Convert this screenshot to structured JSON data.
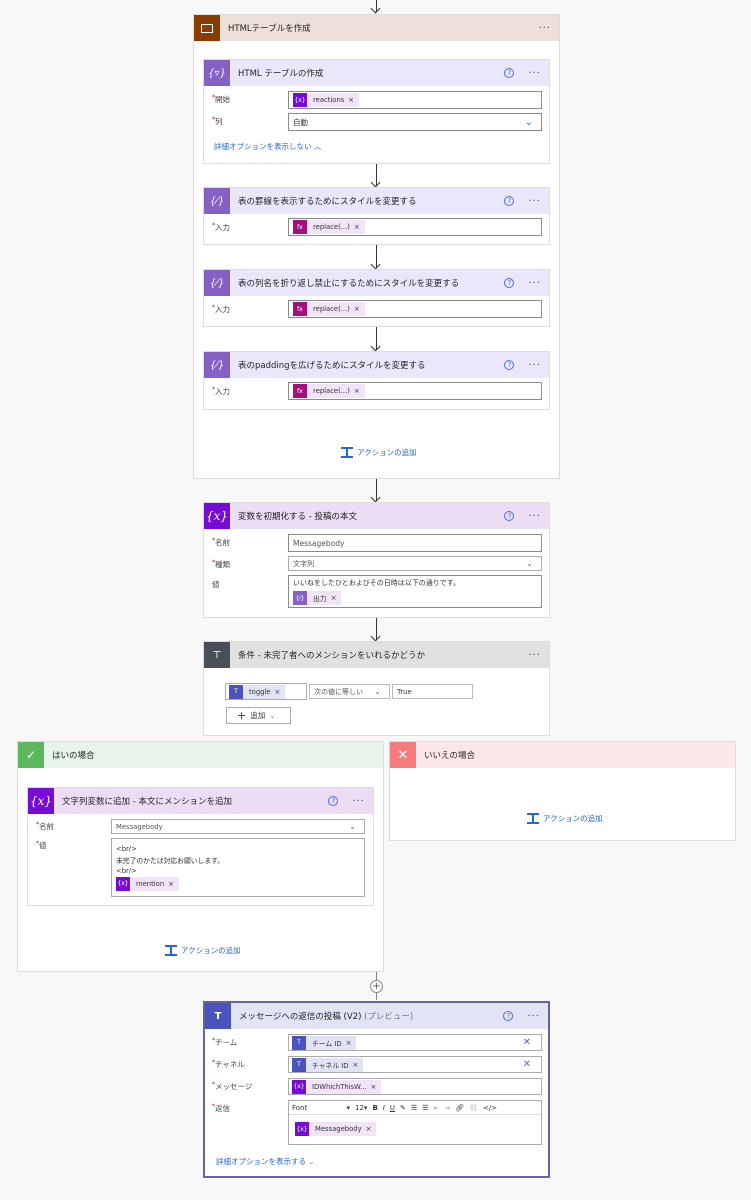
{
  "scope": {
    "title": "HTMLテーブルを作成",
    "add_action": "アクションの追加",
    "actions": [
      {
        "title": "HTML テーブルの作成",
        "fields": [
          {
            "label": "開始",
            "token": "reactions",
            "token_type": "variable"
          },
          {
            "label": "列",
            "value": "自動"
          }
        ],
        "link": "詳細オプションを表示しない"
      },
      {
        "title": "表の罫線を表示するためにスタイルを変更する",
        "fields": [
          {
            "label": "入力",
            "token": "replace(...)",
            "token_type": "expression"
          }
        ]
      },
      {
        "title": "表の列名を折り返し禁止にするためにスタイルを変更する",
        "fields": [
          {
            "label": "入力",
            "token": "replace(...)",
            "token_type": "expression"
          }
        ]
      },
      {
        "title": "表のpaddingを広げるためにスタイルを変更する",
        "fields": [
          {
            "label": "入力",
            "token": "replace(...)",
            "token_type": "expression"
          }
        ]
      }
    ]
  },
  "init_var": {
    "title": "変数を初期化する - 投稿の本文",
    "name_label": "名前",
    "name_value": "Messagebody",
    "type_label": "種類",
    "type_value": "文字列",
    "value_label": "値",
    "value_text": "いいねをしたひとおよびその日時は以下の通りです。",
    "value_token": "出力"
  },
  "condition": {
    "title": "条件 - 未完了者へのメンションをいれるかどうか",
    "left_token": "toggle",
    "operator": "次の値に等しい",
    "right_value": "True",
    "add_label": "追加"
  },
  "yes_branch": {
    "title": "はいの場合",
    "add_action": "アクションの追加",
    "action": {
      "title": "文字列変数に追加 - 本文にメンションを追加",
      "name_label": "名前",
      "name_value": "Messagebody",
      "value_label": "値",
      "lines": [
        "<br/>",
        "未完了のかたは対応お願いします。",
        "<br/>"
      ],
      "token": "mention"
    }
  },
  "no_branch": {
    "title": "いいえの場合",
    "add_action": "アクションの追加"
  },
  "teams": {
    "title": "メッセージへの返信の投稿 (V2)",
    "title_suffix": "(プレビュー)",
    "team_label": "チーム",
    "team_token": "チーム ID",
    "channel_label": "チャネル",
    "channel_token": "チャネル ID",
    "message_label": "メッセージ",
    "message_token": "IDWhichThisW...",
    "reply_label": "返信",
    "font": "Font",
    "font_size": "12",
    "reply_token": "Messagebody",
    "link": "詳細オプションを表示する"
  },
  "colors": {
    "scope": "#8a3c00",
    "data_op": "#8661c5",
    "variable": "#770bd6",
    "condition": "#484f58",
    "yes": "#5cb85c",
    "no": "#f47c7c",
    "teams": "#4b53bc",
    "link": "#2266e3"
  }
}
